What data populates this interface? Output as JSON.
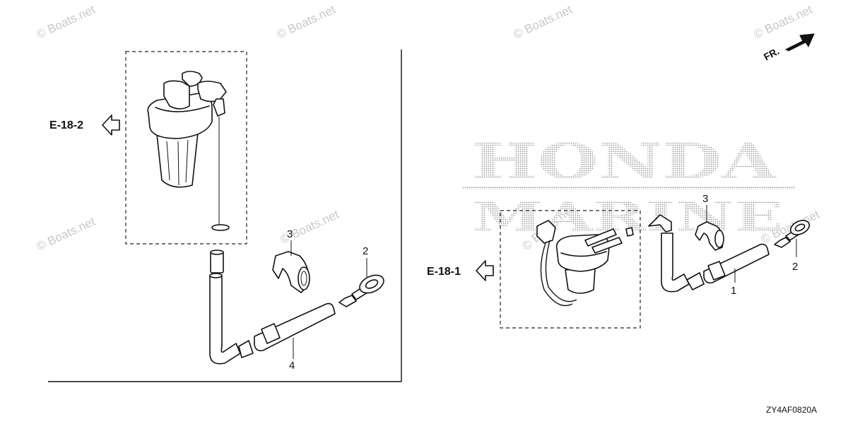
{
  "watermark": "© Boats.net",
  "brand_text": {
    "top": "HONDA",
    "bottom": "MARINE"
  },
  "direction_label": "FR.",
  "diagram_code": "ZY4AF0820A",
  "left_view": {
    "reference": "E-18-2",
    "callouts": [
      "3",
      "2",
      "4"
    ]
  },
  "right_view": {
    "reference": "E-18-1",
    "callouts": [
      "3",
      "2",
      "1"
    ]
  }
}
